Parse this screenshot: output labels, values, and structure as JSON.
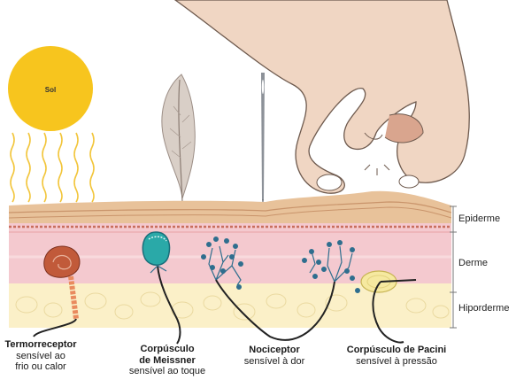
{
  "sun_label": "Sol",
  "layers": {
    "epiderme": "Epiderme",
    "derme": "Derme",
    "hipoderme": "Hiporderme"
  },
  "receptors": {
    "termo": {
      "name": "Termorreceptor",
      "desc_1": "sensível ao",
      "desc_2": "frio ou calor"
    },
    "meissner": {
      "name_1": "Corpúsculo",
      "name_2": "de Meissner",
      "desc": "sensível ao toque"
    },
    "noci": {
      "name": "Nociceptor",
      "desc": "sensível à dor"
    },
    "pacini": {
      "name": "Corpúsculo de Pacini",
      "desc": "sensível à pressão"
    }
  },
  "colors": {
    "sun": "#F7C51E",
    "epidermis": "#E8C29A",
    "dermis": "#F4C9CF",
    "hypodermis": "#FBF0C8",
    "nerve": "#222222",
    "receptor_teal": "#2AA9A8",
    "nociceptor_blue": "#2F6E8E"
  }
}
